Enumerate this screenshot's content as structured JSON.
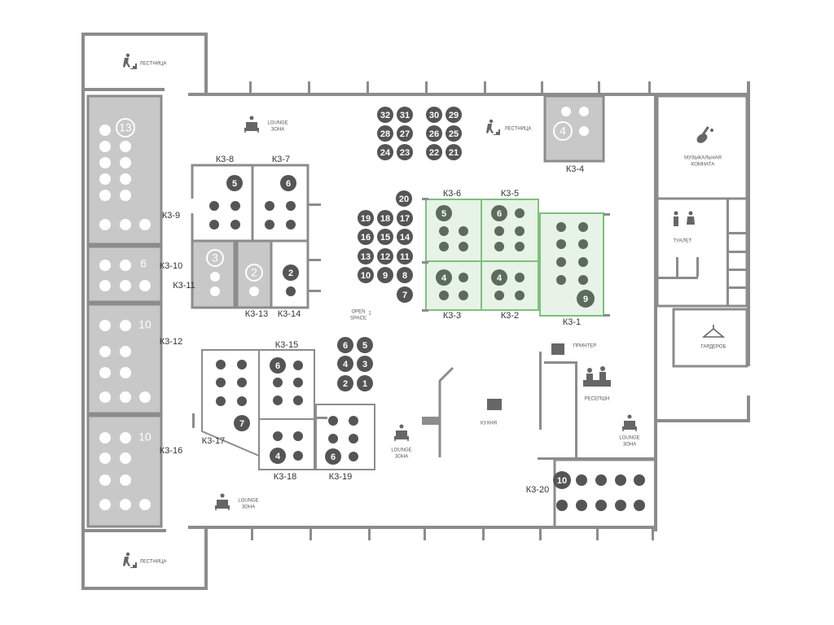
{
  "colors": {
    "wall": "#8c8c8c",
    "occupied_fill": "#c8c8c8",
    "available_fill": "#e6f3e6",
    "available_stroke": "#7fbf7f",
    "seat_dark": "#555555",
    "seat_light": "#ffffff",
    "seat_green": "#5d6b5d"
  },
  "common_areas": {
    "stairs": "ЛЕСТНИЦА",
    "lounge_line1": "LOUNGE",
    "lounge_line2": "ЗОНА",
    "music_line1": "МУЗЫКАЛЬНАЯ",
    "music_line2": "КОМНАТА",
    "toilet": "ТУАЛЕТ",
    "wardrobe": "ГАРДЕРОБ",
    "printer": "ПРИНТЕР",
    "reception": "РЕСЕПШН",
    "kitchen": "КУХНЯ",
    "open_space_line1": "OPEN",
    "open_space_line2": "SPACE",
    "open_space_number": "1"
  },
  "rooms": [
    {
      "id": "K3-1",
      "label": "К3-1",
      "capacity": "9",
      "status": "available"
    },
    {
      "id": "K3-2",
      "label": "К3-2",
      "capacity": "4",
      "status": "available"
    },
    {
      "id": "K3-3",
      "label": "К3-3",
      "capacity": "4",
      "status": "available"
    },
    {
      "id": "K3-4",
      "label": "К3-4",
      "capacity": "4",
      "status": "occupied"
    },
    {
      "id": "K3-5",
      "label": "К3-5",
      "capacity": "6",
      "status": "available"
    },
    {
      "id": "K3-6",
      "label": "К3-6",
      "capacity": "5",
      "status": "available"
    },
    {
      "id": "K3-7",
      "label": "К3-7",
      "capacity": "6",
      "status": "free"
    },
    {
      "id": "K3-8",
      "label": "К3-8",
      "capacity": "5",
      "status": "free"
    },
    {
      "id": "K3-9",
      "label": "К3-9",
      "capacity": "13",
      "status": "occupied"
    },
    {
      "id": "K3-10",
      "label": "К3-10",
      "capacity": "6",
      "status": "occupied"
    },
    {
      "id": "K3-11",
      "label": "К3-11",
      "capacity": "3",
      "status": "occupied"
    },
    {
      "id": "K3-12",
      "label": "К3-12",
      "capacity": "10",
      "status": "occupied"
    },
    {
      "id": "K3-13",
      "label": "К3-13",
      "capacity": "2",
      "status": "occupied"
    },
    {
      "id": "K3-14",
      "label": "К3-14",
      "capacity": "2",
      "status": "free"
    },
    {
      "id": "K3-15",
      "label": "К3-15",
      "capacity": "6",
      "status": "free"
    },
    {
      "id": "K3-16",
      "label": "К3-16",
      "capacity": "10",
      "status": "occupied"
    },
    {
      "id": "K3-17",
      "label": "К3-17",
      "capacity": "7",
      "status": "free"
    },
    {
      "id": "K3-18",
      "label": "К3-18",
      "capacity": "4",
      "status": "free"
    },
    {
      "id": "K3-19",
      "label": "К3-19",
      "capacity": "6",
      "status": "free"
    },
    {
      "id": "K3-20",
      "label": "К3-20",
      "capacity": "10",
      "status": "free"
    }
  ],
  "open_space_seats_a": [
    "32",
    "31",
    "30",
    "29",
    "28",
    "27",
    "26",
    "25",
    "24",
    "23",
    "22",
    "21"
  ],
  "open_space_seats_b": [
    "20",
    "19",
    "18",
    "17",
    "16",
    "15",
    "14",
    "13",
    "12",
    "11",
    "10",
    "9",
    "8",
    "7"
  ],
  "open_space_seats_c": [
    "6",
    "5",
    "4",
    "3",
    "2",
    "1"
  ]
}
